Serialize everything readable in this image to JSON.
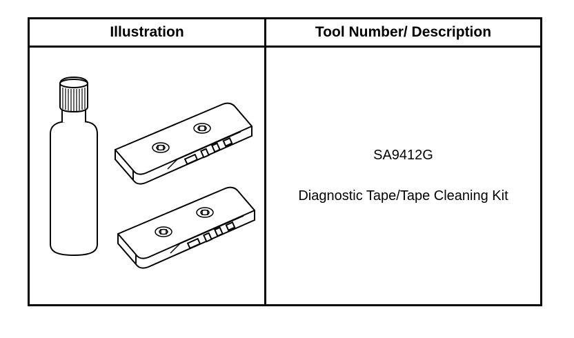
{
  "table": {
    "headers": {
      "illustration": "Illustration",
      "tool": "Tool Number/ Description"
    },
    "rows": [
      {
        "illustration": [
          "bottle-icon",
          "cassette-tape-icon",
          "cassette-tape-icon"
        ],
        "tool_number": "SA9412G",
        "description": "Diagnostic Tape/Tape Cleaning Kit"
      }
    ]
  }
}
